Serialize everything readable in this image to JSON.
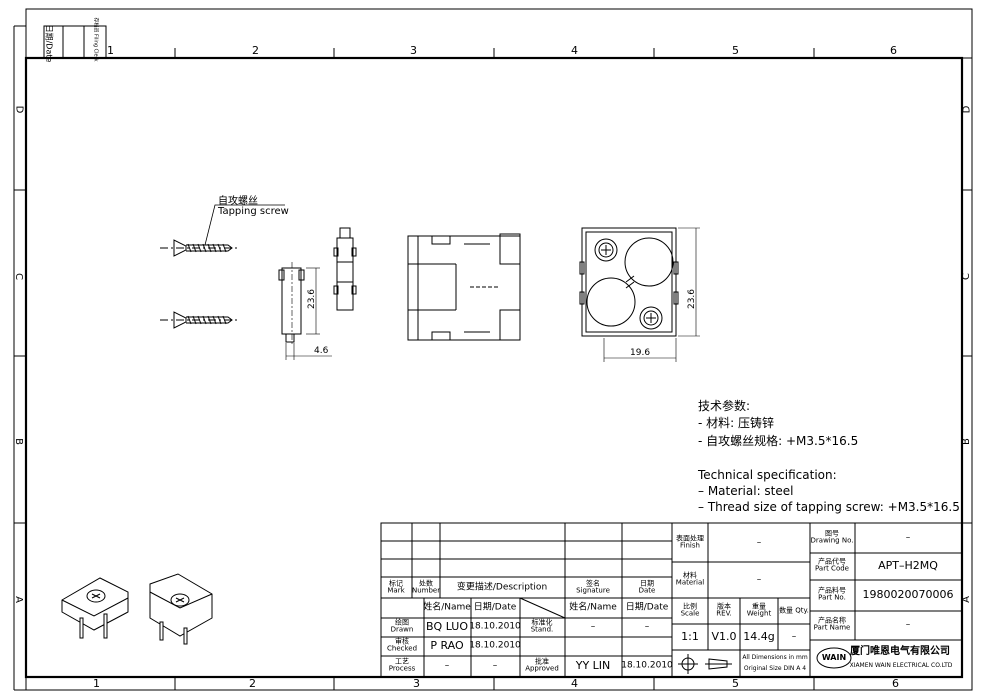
{
  "grid": {
    "columns": [
      "1",
      "2",
      "3",
      "4",
      "5",
      "6"
    ],
    "rows": [
      "D",
      "C",
      "B",
      "A"
    ]
  },
  "corner_stamp": {
    "date_label": "日期/Date",
    "filing_label": "存档员 Filing Clerk"
  },
  "callout": {
    "label_cn": "自攻螺丝",
    "label_en": "Tapping screw"
  },
  "dimensions": {
    "side_height": "23.6",
    "side_width": "4.6",
    "front_height": "23.6",
    "front_width": "19.6"
  },
  "technical_spec": {
    "cn_title": "技术参数:",
    "cn_material": "- 材料: 压铸锌",
    "cn_screw": "- 自攻螺丝规格: +M3.5*16.5",
    "en_title": "Technical specification:",
    "en_material": "– Material: steel",
    "en_screw": "– Thread size of tapping screw: +M3.5*16.5"
  },
  "title_block": {
    "mark": "标记 Mark",
    "number": "处数 Number",
    "description": "变更描述/Description",
    "signature": "签名 Signature",
    "date": "日期 Date",
    "name_name": "姓名/Name",
    "name_date": "日期/Date",
    "name_name2": "姓名/Name",
    "name_date2": "日期/Date",
    "drawn_label": "绘图 Drawn",
    "drawn_name": "BQ LUO",
    "drawn_date": "18.10.2010",
    "stand_label": "标准化 Stand.",
    "stand_value": "–",
    "stand_value2": "–",
    "checked_label": "审核 Checked",
    "checked_name": "P RAO",
    "checked_date": "18.10.2010",
    "process_label": "工艺 Process",
    "process_name": "–",
    "process_date": "–",
    "approved_label": "批准 Approved",
    "approved_name": "YY LIN",
    "approved_date": "18.10.2010",
    "finish_label": "表面处理 Finish",
    "finish_value": "–",
    "material_label": "材料 Material",
    "material_value": "–",
    "scale_label": "比例 Scale",
    "scale_value": "1:1",
    "rev_label": "版本 REV.",
    "rev_value": "V1.0",
    "weight_label": "重量 Weight",
    "weight_value": "14.4g",
    "qty_label": "数量 Qty.",
    "qty_value": "–",
    "dims_note1": "All Dimensions in mm",
    "dims_note2": "Original Size DIN A 4",
    "drawing_no_label": "图号 Drawing No.",
    "drawing_no_value": "–",
    "part_code_label": "产品代号 Part Code",
    "part_code_value": "APT–H2MQ",
    "part_no_label": "产品料号 Part No.",
    "part_no_value": "1980020070006",
    "part_name_label": "产品名称 Part Name",
    "part_name_value": "–",
    "logo_text": "WAIN",
    "company_cn": "厦门唯恩电气有限公司",
    "company_en": "XIAMEN WAIN ELECTRICAL CO.LTD"
  }
}
